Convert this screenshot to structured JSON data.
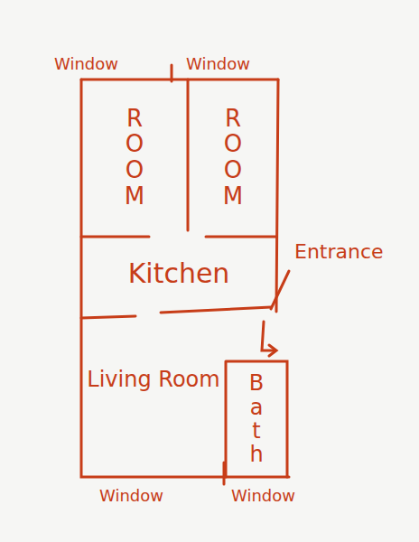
{
  "diagram": {
    "nodes": [
      {
        "text": [
          "ROOM"
        ]
      },
      {
        "text": [
          "ROOM"
        ]
      },
      {
        "text": [
          "Kitchen"
        ]
      },
      {
        "text": [
          "Living Room"
        ]
      },
      {
        "text": [
          "Bath"
        ]
      }
    ],
    "labels": [
      "Window",
      "Window",
      "Entrance",
      "Window",
      "Window"
    ]
  }
}
